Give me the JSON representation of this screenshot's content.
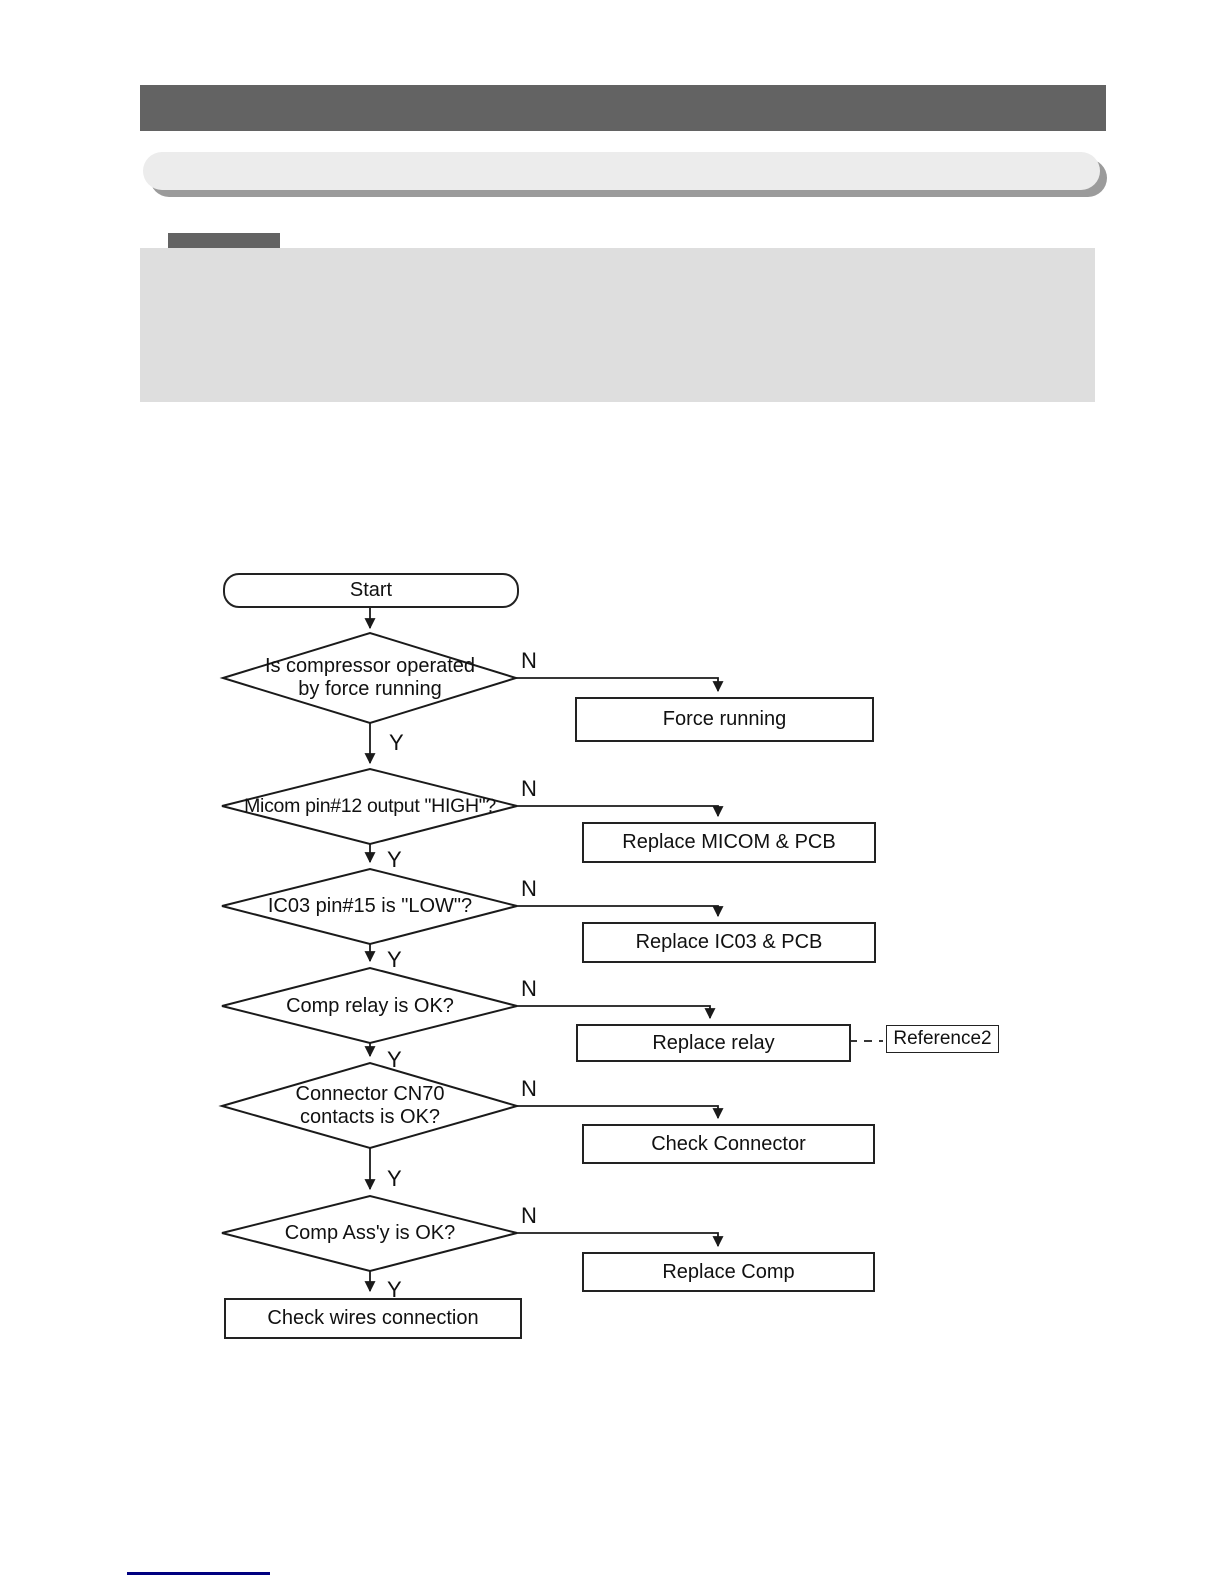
{
  "flowchart": {
    "start_label": "Start",
    "yes_label": "Y",
    "no_label": "N",
    "reference_label": "Reference2",
    "final_label": "Check wires connection",
    "decisions": [
      {
        "line1": "Is compressor operated",
        "line2": "by force running",
        "action": "Force running"
      },
      {
        "line1": "Micom pin#12 output \"HIGH\"?",
        "line2": "",
        "action": "Replace MICOM & PCB"
      },
      {
        "line1": "IC03 pin#15 is \"LOW\"?",
        "line2": "",
        "action": "Replace IC03 & PCB"
      },
      {
        "line1": "Comp relay is OK?",
        "line2": "",
        "action": "Replace relay"
      },
      {
        "line1": "Connector CN70",
        "line2": "contacts is OK?",
        "action": "Check Connector"
      },
      {
        "line1": "Comp Ass'y is OK?",
        "line2": "",
        "action": "Replace Comp"
      }
    ]
  },
  "colors": {
    "header_bar": "#636363",
    "section_bar": "#ececec",
    "note_panel": "#dedede",
    "flow_stroke": "#1a1a1a",
    "link_line": "#000080"
  }
}
